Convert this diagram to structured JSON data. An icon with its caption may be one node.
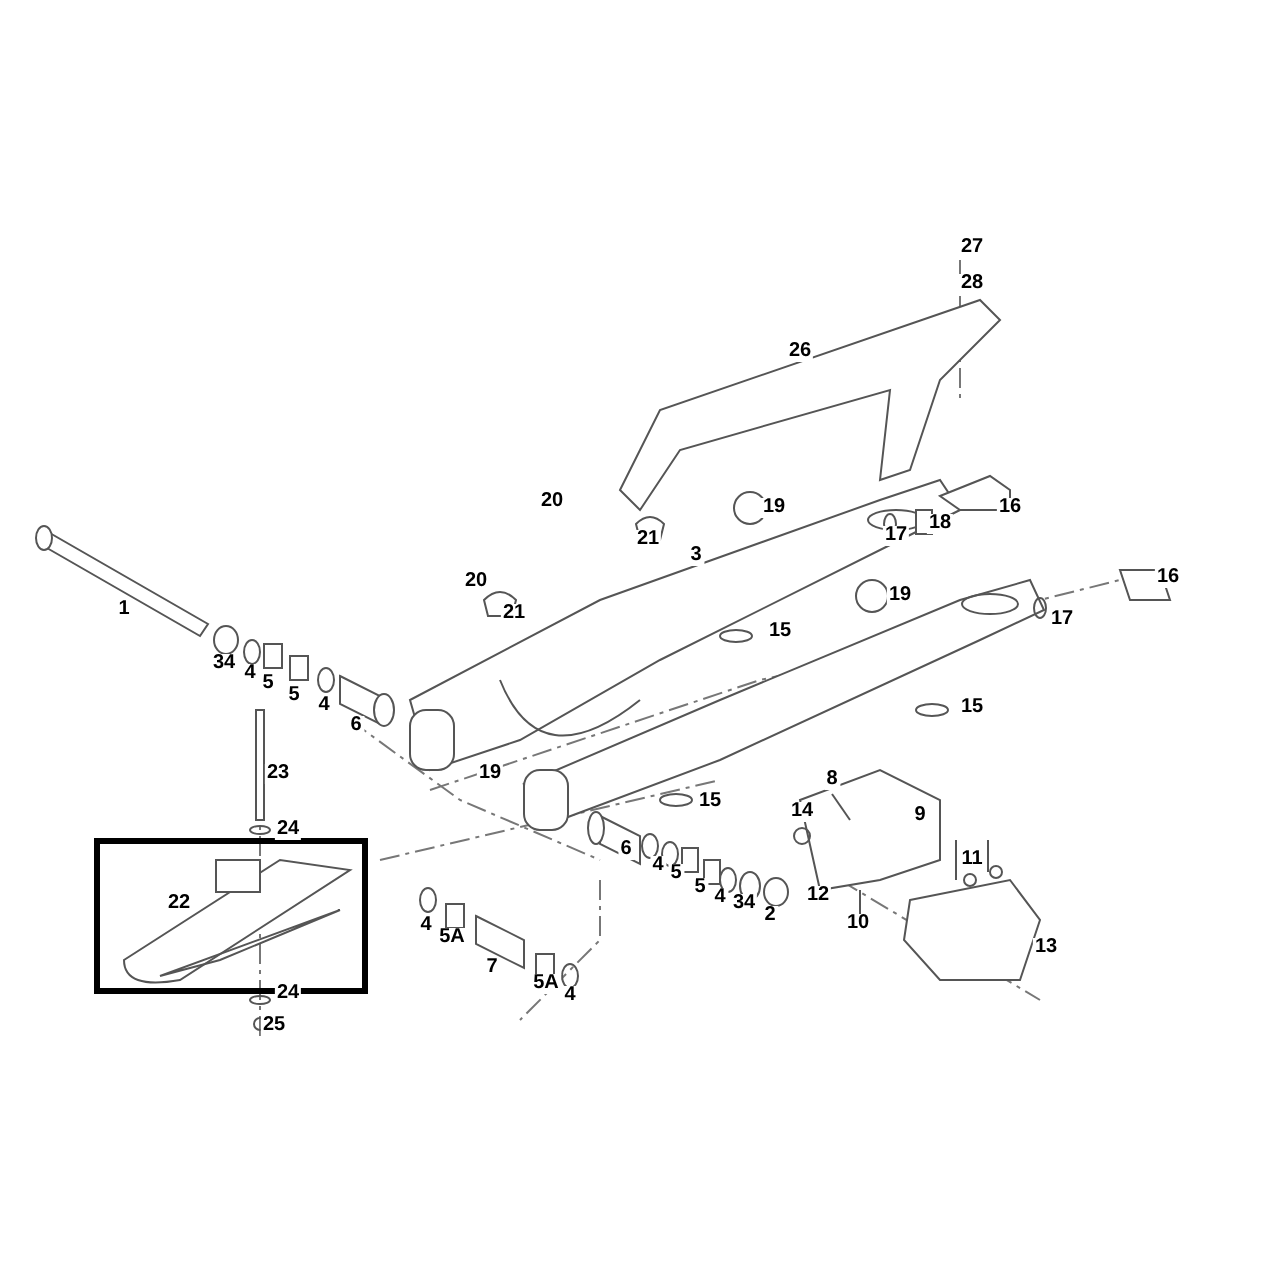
{
  "diagram": {
    "nodes": [
      {
        "text": [
          "22"
        ]
      }
    ],
    "labels": [
      "27",
      "28",
      "26",
      "20",
      "19",
      "18",
      "17",
      "16",
      "21",
      "3",
      "20",
      "19",
      "21",
      "1",
      "16",
      "17",
      "15",
      "34",
      "4",
      "5",
      "5",
      "4",
      "6",
      "15",
      "19",
      "23",
      "8",
      "14",
      "9",
      "15",
      "24",
      "6",
      "4",
      "11",
      "5",
      "5",
      "4",
      "34",
      "2",
      "12",
      "10",
      "13",
      "4",
      "5A",
      "7",
      "5A",
      "4",
      "24",
      "25"
    ]
  }
}
